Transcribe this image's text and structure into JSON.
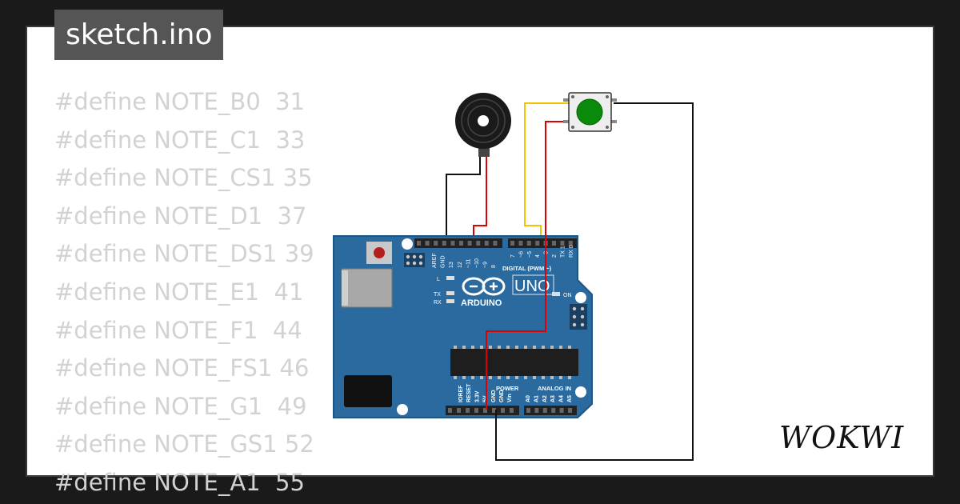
{
  "tab": {
    "title": "sketch.ino"
  },
  "code_lines": [
    "#define NOTE_B0  31",
    "#define NOTE_C1  33",
    "#define NOTE_CS1 35",
    "#define NOTE_D1  37",
    "#define NOTE_DS1 39",
    "#define NOTE_E1  41",
    "#define NOTE_F1  44",
    "#define NOTE_FS1 46",
    "#define NOTE_G1  49",
    "#define NOTE_GS1 52",
    "#define NOTE_A1  55"
  ],
  "board": {
    "model": "UNO",
    "brand": "ARDUINO",
    "digital_label": "DIGITAL (PWM ~)",
    "power_label": "POWER",
    "analog_label": "ANALOG IN",
    "aref": "AREF",
    "gnd": "GND",
    "tx": "TX",
    "rx": "RX",
    "l": "L",
    "on": "ON",
    "digital_pins": [
      "13",
      "12",
      "~11",
      "~10",
      "~9",
      "8",
      "7",
      "~6",
      "~5",
      "4",
      "~3",
      "2",
      "TX 1",
      "RX 0"
    ],
    "power_pins": [
      "IOREF",
      "RESET",
      "3.3V",
      "5V",
      "GND",
      "GND",
      "Vin"
    ],
    "analog_pins": [
      "A0",
      "A1",
      "A2",
      "A3",
      "A4",
      "A5"
    ]
  },
  "logo": {
    "text": "WOKWI"
  },
  "colors": {
    "board_blue": "#2b6a9e",
    "wire_red": "#e00000",
    "wire_yellow": "#f2c400",
    "wire_black": "#111111",
    "button_green": "#0a8a0a",
    "code_text": "#d2d2d2",
    "tab_bg": "#555555"
  }
}
